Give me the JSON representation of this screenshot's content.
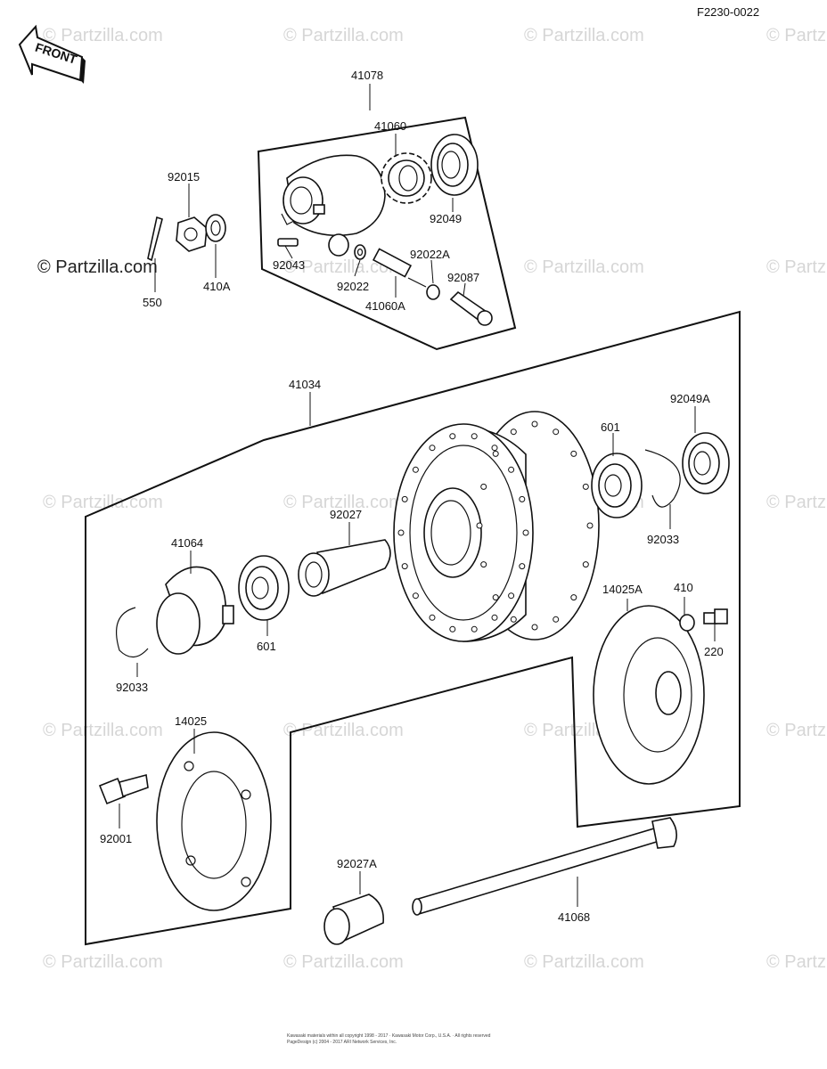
{
  "diagram_code": "F2230-0022",
  "front_label": "FRONT",
  "watermark": "© Partzilla.com",
  "copyright": {
    "line1": "Kawasaki materials within all copyright 1998 - 2017 · Kawasaki Motor Corp., U.S.A. · All rights reserved",
    "line2": "PageDesign (c) 2004 - 2017 ARI Network Services, Inc."
  },
  "parts": {
    "p41078": "41078",
    "p41060": "41060",
    "p92049": "92049",
    "p92015": "92015",
    "p410A": "410A",
    "p550": "550",
    "p92043": "92043",
    "p92022": "92022",
    "p92022A": "92022A",
    "p92087": "92087",
    "p41060A": "41060A",
    "p41034": "41034",
    "p92049A": "92049A",
    "p601a": "601",
    "p92033a": "92033",
    "p92027": "92027",
    "p41064": "41064",
    "p601b": "601",
    "p14025A": "14025A",
    "p410": "410",
    "p220": "220",
    "p92033b": "92033",
    "p14025": "14025",
    "p92001": "92001",
    "p92027A": "92027A",
    "p41068": "41068"
  }
}
